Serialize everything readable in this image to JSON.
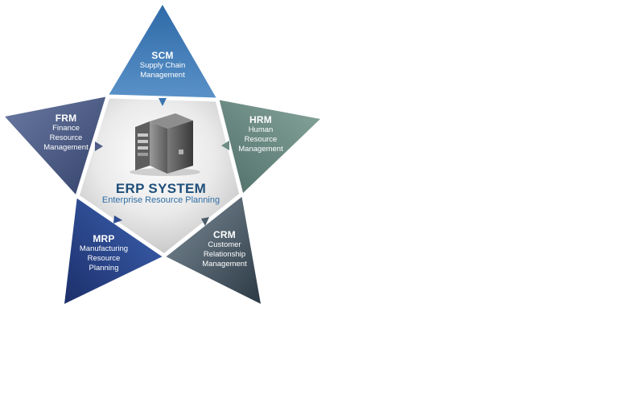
{
  "center": {
    "icon": "server-icon",
    "title": "ERP SYSTEM",
    "subtitle": "Enterprise Resource Planning"
  },
  "modules": {
    "scm": {
      "abbr": "SCM",
      "lines": [
        "Supply Chain",
        "Management"
      ],
      "color": "#3f77b0"
    },
    "hrm": {
      "abbr": "HRM",
      "lines": [
        "Human",
        "Resource",
        "Management"
      ],
      "color": "#6a8a82"
    },
    "crm": {
      "abbr": "CRM",
      "lines": [
        "Customer",
        "Relationship",
        "Management"
      ],
      "color": "#4b5a66"
    },
    "mrp": {
      "abbr": "MRP",
      "lines": [
        "Manufacturing",
        "Resource",
        "Planning"
      ],
      "color": "#2c4a8c"
    },
    "frm": {
      "abbr": "FRM",
      "lines": [
        "Finance",
        "Resource",
        "Management"
      ],
      "color": "#4a5a80"
    }
  }
}
